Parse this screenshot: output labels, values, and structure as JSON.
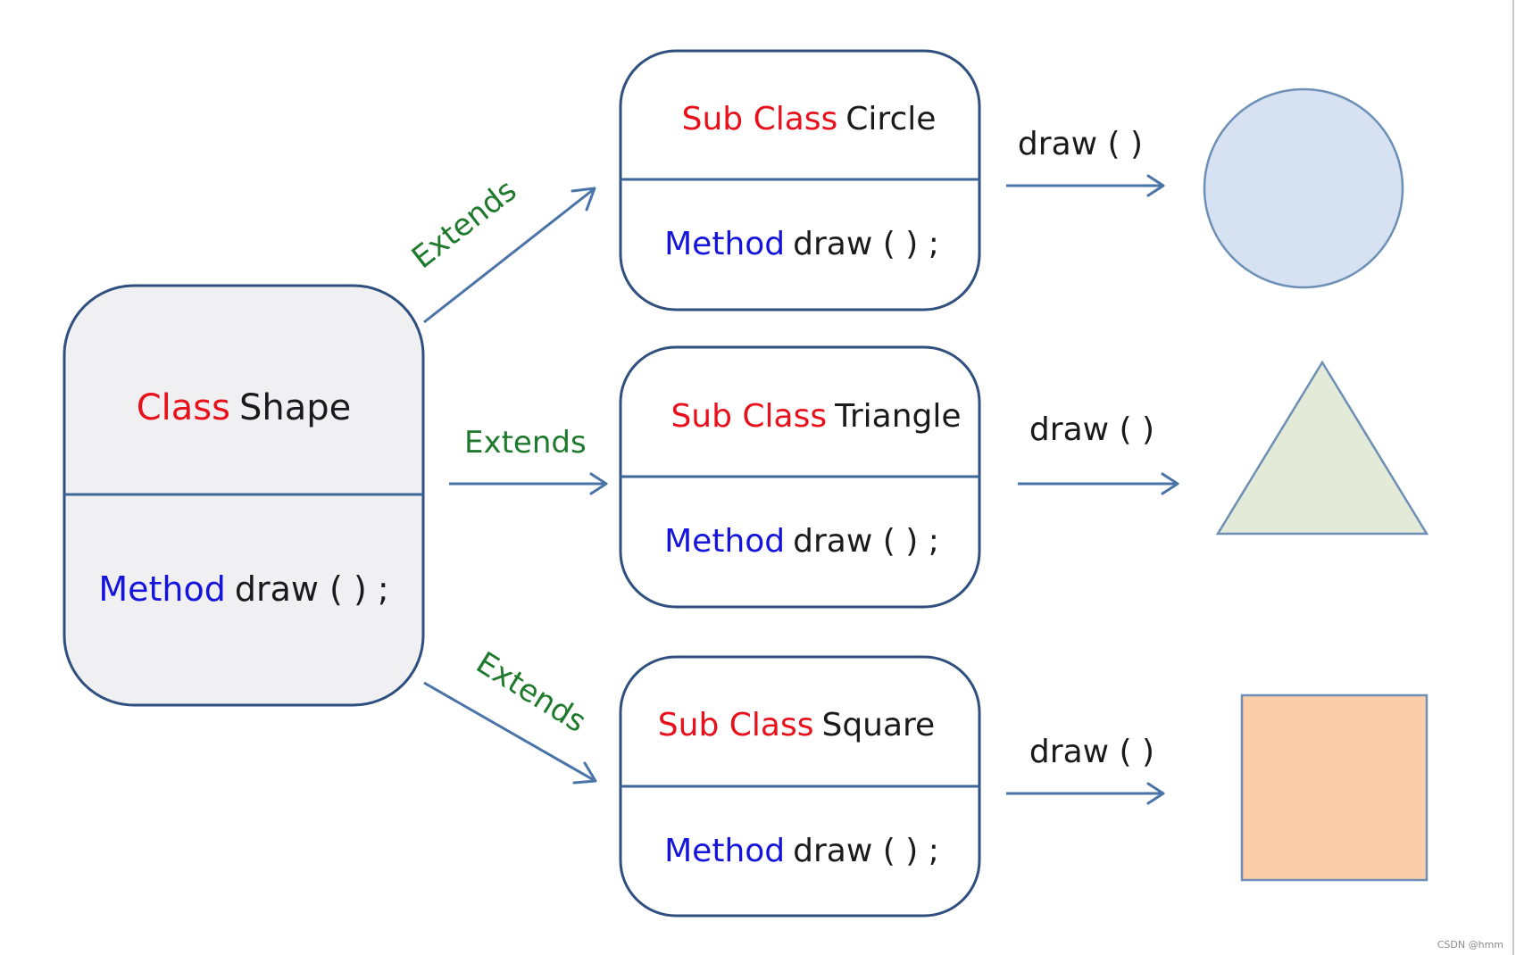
{
  "base_class": {
    "keyword": "Class",
    "name": "Shape",
    "method_keyword": "Method",
    "method_sig": "draw ( ) ;"
  },
  "subclasses": [
    {
      "keyword": "Sub Class",
      "name": "Circle",
      "method_keyword": "Method",
      "method_sig": "draw ( ) ;",
      "extends_label": "Extends",
      "call_label": "draw ( )",
      "result_shape": "circle"
    },
    {
      "keyword": "Sub Class",
      "name": "Triangle",
      "method_keyword": "Method",
      "method_sig": "draw ( ) ;",
      "extends_label": "Extends",
      "call_label": "draw ( )",
      "result_shape": "triangle"
    },
    {
      "keyword": "Sub Class",
      "name": "Square",
      "method_keyword": "Method",
      "method_sig": "draw ( ) ;",
      "extends_label": "Extends",
      "call_label": "draw ( )",
      "result_shape": "square"
    }
  ],
  "colors": {
    "keyword_red": "#e8101a",
    "method_blue": "#1414dc",
    "extends_green": "#1f7a2e",
    "base_fill": "#f0f0f2",
    "sub_fill": "#ffffff",
    "circle_fill": "#d6e2f1",
    "triangle_fill": "#e3ead8",
    "square_fill": "#fbcda8"
  },
  "watermark": "CSDN @hmm"
}
